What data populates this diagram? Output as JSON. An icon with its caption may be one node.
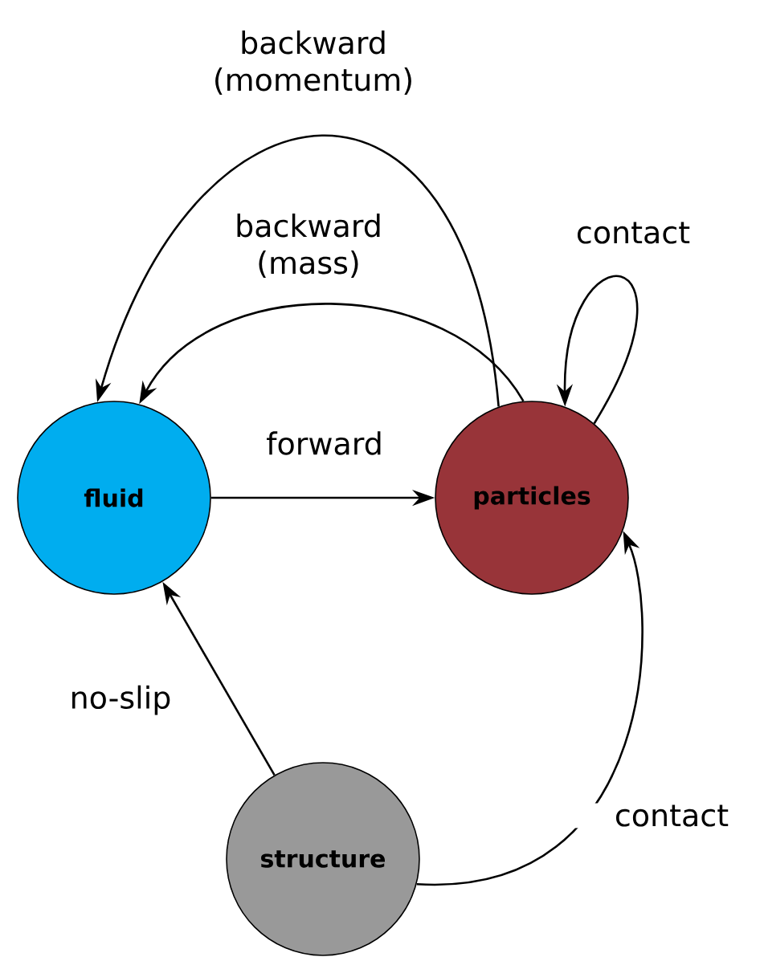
{
  "diagram": {
    "nodes": [
      {
        "text": [
          "fluid"
        ]
      },
      {
        "text": [
          "particles"
        ]
      },
      {
        "text": [
          "structure"
        ]
      }
    ],
    "edges": [
      {
        "from": 0,
        "to": 1,
        "arrow": "to",
        "label": "forward"
      },
      {
        "from": 1,
        "to": 0,
        "arrow": "to",
        "label": "backward (mass)"
      },
      {
        "from": 1,
        "to": 0,
        "arrow": "to",
        "label": "backward (momentum)"
      },
      {
        "from": 1,
        "to": 1,
        "arrow": "to",
        "label": "contact"
      },
      {
        "from": 2,
        "to": 0,
        "arrow": "to",
        "label": "no-slip"
      },
      {
        "from": 2,
        "to": 1,
        "arrow": "to",
        "label": "contact"
      }
    ]
  }
}
